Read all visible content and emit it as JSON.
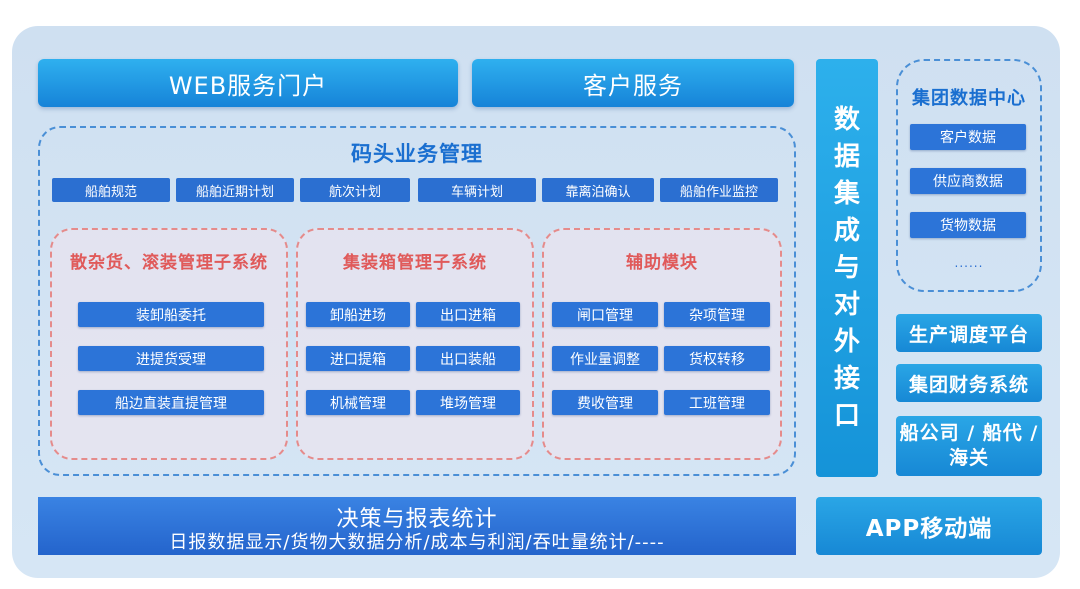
{
  "portals": {
    "web": "WEB服务门户",
    "customer": "客户服务"
  },
  "wharf": {
    "title": "码头业务管理",
    "top_chips": [
      "船舶规范",
      "船舶近期计划",
      "航次计划",
      "车辆计划",
      "靠离泊确认",
      "船舶作业监控"
    ],
    "bulk": {
      "title": "散杂货、滚装管理子系统",
      "items": [
        "装卸船委托",
        "进提货受理",
        "船边直装直提管理"
      ]
    },
    "container": {
      "title": "集装箱管理子系统",
      "items": [
        "卸船进场",
        "出口进箱",
        "进口提箱",
        "出口装船",
        "机械管理",
        "堆场管理"
      ]
    },
    "aux": {
      "title": "辅助模块",
      "items": [
        "闸口管理",
        "杂项管理",
        "作业量调整",
        "货权转移",
        "费收管理",
        "工班管理"
      ]
    }
  },
  "integration": {
    "chars": [
      "数",
      "据",
      "集",
      "成",
      "与",
      "对",
      "外",
      "接",
      "口"
    ]
  },
  "group_data": {
    "title": "集团数据中心",
    "items": [
      "客户数据",
      "供应商数据",
      "货物数据"
    ],
    "more": "......"
  },
  "side_systems": {
    "production": "生产调度平台",
    "finance": "集团财务系统",
    "shipping_line1": "船公司 / 船代 /",
    "shipping_line2": "海关"
  },
  "decision": {
    "title": "决策与报表统计",
    "subtitle": "日报数据显示/货物大数据分析/成本与利润/吞吐量统计/----"
  },
  "app": {
    "label": "APP移动端"
  }
}
